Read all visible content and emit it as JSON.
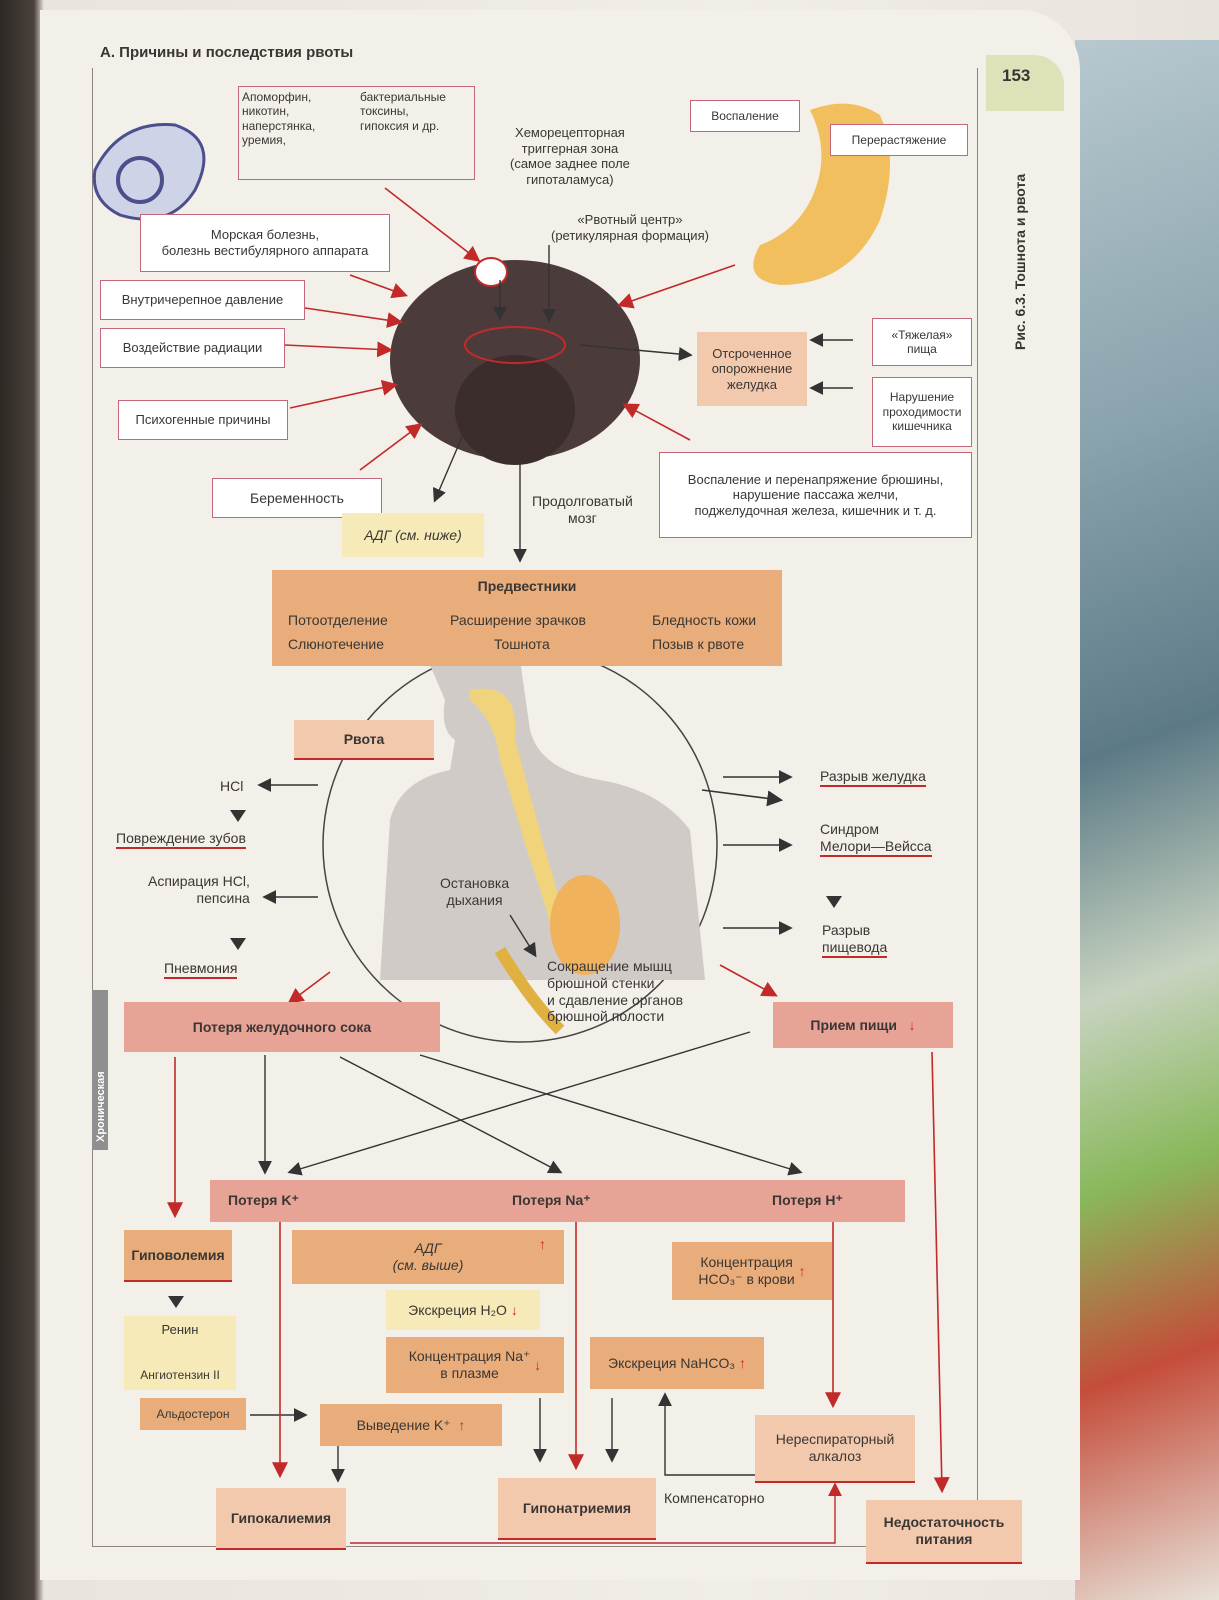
{
  "page_number": "153",
  "title": "А. Причины и последствия рвоты",
  "figure_caption": "Рис. 6.3.   Тошнота и рвота",
  "side_label": "Хроническая",
  "causes": {
    "drugs_left": "Апоморфин,\nникотин,\nнаперстянка,\nуремия,",
    "drugs_right": "бактериальные\nтоксины,\nгипоксия и др.",
    "chemoreceptor": "Хеморецепторная\nтриггерная зона\n(самое заднее поле\nгипоталамуса)",
    "vomit_center": "«Рвотный центр»\n(ретикулярная формация)",
    "inflammation": "Воспаление",
    "overstretch": "Перерастяжение",
    "sea_sickness": "Морская болезнь,\nболезнь вестибулярного аппарата",
    "icp": "Внутричерепное давление",
    "radiation": "Воздействие радиации",
    "psychogenic": "Психогенные причины",
    "pregnancy": "Беременность",
    "delayed_emptying": "Отсроченное\nопорожнение\nжелудка",
    "heavy_food": "«Тяжелая»\nпища",
    "obstruction": "Нарушение\nпроходимости\nкишечника",
    "peritoneum": "Воспаление и перенапряжение брюшины,\nнарушение пассажа желчи,\nподжелудочная железа, кишечник и т. д.",
    "adh_below": "АДГ (см. ниже)",
    "medulla": "Продолговатый\nмозг"
  },
  "prodromes": {
    "title": "Предвестники",
    "items": [
      "Потоотделение",
      "Слюнотечение",
      "Расширение зрачков",
      "Тошнота",
      "Бледность кожи",
      "Позыв к рвоте"
    ]
  },
  "vomiting": {
    "label": "Рвота",
    "hcl": "HCl",
    "teeth": "Повреждение зубов",
    "aspiration": "Аспирация HCl,\nпепсина",
    "pneumonia": "Пневмония",
    "resp_arrest": "Остановка\nдыхания",
    "muscle": "Сокращение мышц\nбрюшной стенки\nи сдавление органов\nбрюшной полости",
    "stomach_rupture": "Разрыв желудка",
    "mallory": "Синдром\nМелори—Вейсса",
    "esoph_rupture": "Разрыв\nпищевода"
  },
  "consequences": {
    "gastric_loss": "Потеря желудочного сока",
    "food_intake": "Прием пищи",
    "loss_k": "Потеря K⁺",
    "loss_na": "Потеря Na⁺",
    "loss_h": "Потеря H⁺",
    "adh_above": "АДГ\n(см. выше)",
    "h2o_excretion": "Экскреция H₂O",
    "na_plasma": "Концентрация Na⁺\nв плазме",
    "nahco3": "Экскреция NaHCO₃",
    "hco3_blood": "Концентрация\nHCO₃⁻ в крови",
    "hypovolemia": "Гиповолемия",
    "renin": "Ренин",
    "angiotensin": "Ангиотензин II",
    "aldosterone": "Альдостерон",
    "k_excretion": "Выведение K⁺",
    "nonresp_alkalosis": "Нереспираторный\nалкалоз",
    "hypokalemia": "Гипокалиемия",
    "hyponatremia": "Гипонатриемия",
    "compensatory": "Компенсаторно",
    "malnutrition": "Недостаточность\nпитания",
    "arrow_up": "↑",
    "arrow_down": "↓"
  },
  "colors": {
    "red": "#c22a2a",
    "orange": "#e8ad7a",
    "yellow": "#f6ebb8",
    "pink": "#e8a397"
  }
}
